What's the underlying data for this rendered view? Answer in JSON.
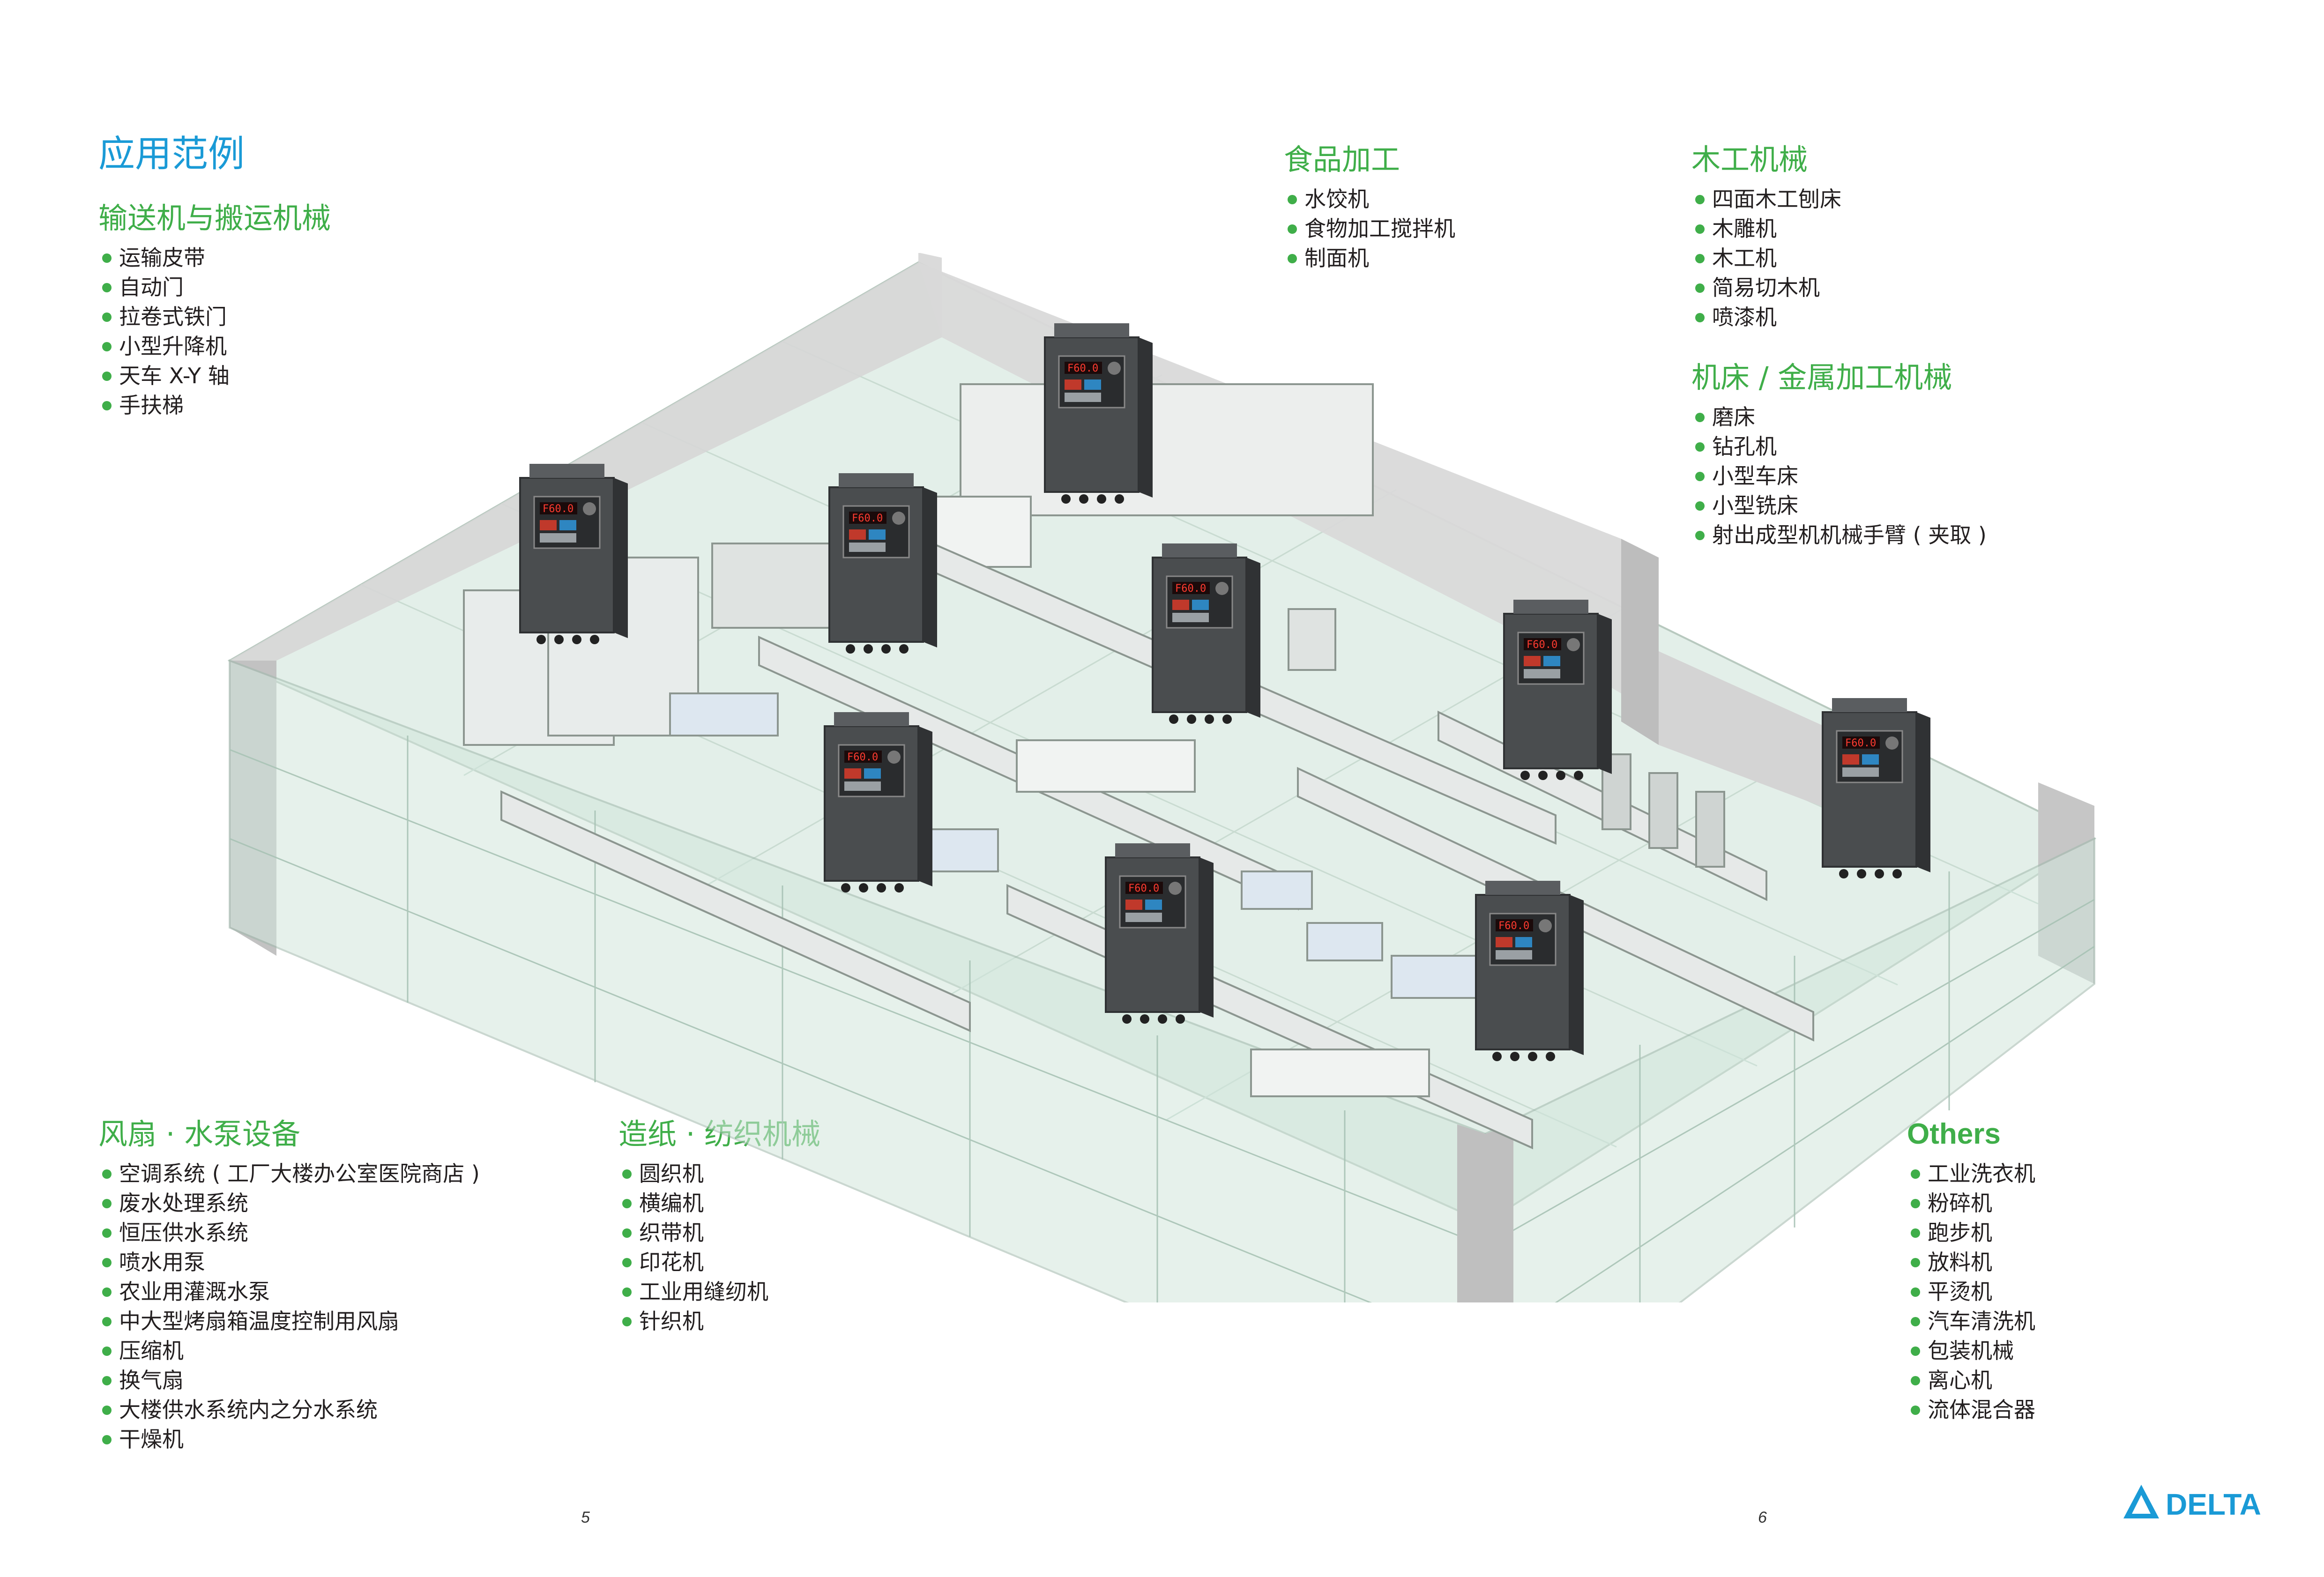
{
  "title": "应用范例",
  "categories": {
    "conveyor": {
      "title": "输送机与搬运机械",
      "items": [
        "运输皮带",
        "自动门",
        "拉卷式铁门",
        "小型升降机",
        "天车 X-Y 轴",
        "手扶梯"
      ]
    },
    "food": {
      "title": "食品加工",
      "items": [
        "水饺机",
        "食物加工搅拌机",
        "制面机"
      ]
    },
    "wood": {
      "title": "木工机械",
      "items": [
        "四面木工刨床",
        "木雕机",
        "木工机",
        "简易切木机",
        "喷漆机"
      ]
    },
    "machine_tool": {
      "title": "机床 / 金属加工机械",
      "items": [
        "磨床",
        "钻孔机",
        "小型车床",
        "小型铣床",
        "射出成型机机械手臂 ( 夹取 )"
      ]
    },
    "fan_pump": {
      "title": "风扇 · 水泵设备",
      "items": [
        "空调系统 ( 工厂大楼办公室医院商店 )",
        "废水处理系统",
        "恒压供水系统",
        "喷水用泵",
        "农业用灌溉水泵",
        "中大型烤扇箱温度控制用风扇",
        "压缩机",
        "换气扇",
        "大楼供水系统内之分水系统",
        "干燥机"
      ]
    },
    "paper_textile": {
      "title": "造纸 · 纺织机械",
      "items": [
        "圆织机",
        "横编机",
        "织带机",
        "印花机",
        "工业用缝纫机",
        "针织机"
      ]
    },
    "others": {
      "title": "Others",
      "items": [
        "工业洗衣机",
        "粉碎机",
        "跑步机",
        "放料机",
        "平烫机",
        "汽车清洗机",
        "包装机械",
        "离心机",
        "流体混合器"
      ]
    }
  },
  "page_numbers": {
    "left": "5",
    "right": "6"
  },
  "logo_text": "DELTA",
  "drive_display": "F60.0",
  "colors": {
    "title_blue": "#1a9ad6",
    "accent_green": "#3fae49",
    "logo_blue": "#1a9ad6"
  },
  "illustration_icon": "isometric-factory-floor-with-ac-drives"
}
